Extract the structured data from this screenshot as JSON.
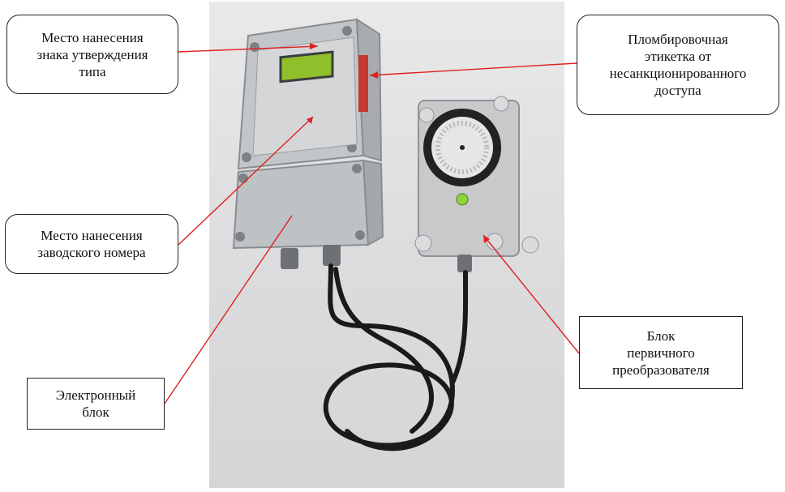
{
  "callouts": {
    "type_approval_mark": "Место нанесения\nзнака утверждения\nтипа",
    "seal_label": "Пломбировочная\nэтикетка от\nнесанкционированного\nдоступа",
    "serial_number": "Место нанесения\nзаводского номера",
    "electronic_unit": "Электронный\nблок",
    "primary_converter": "Блок\nпервичного\nпреобразователя"
  },
  "colors": {
    "leader_line": "#e02020",
    "enclosure": "#b9bcbf",
    "display": "#8fbf2a",
    "cable": "#1a1a1a"
  },
  "device": {
    "display_text": ""
  }
}
